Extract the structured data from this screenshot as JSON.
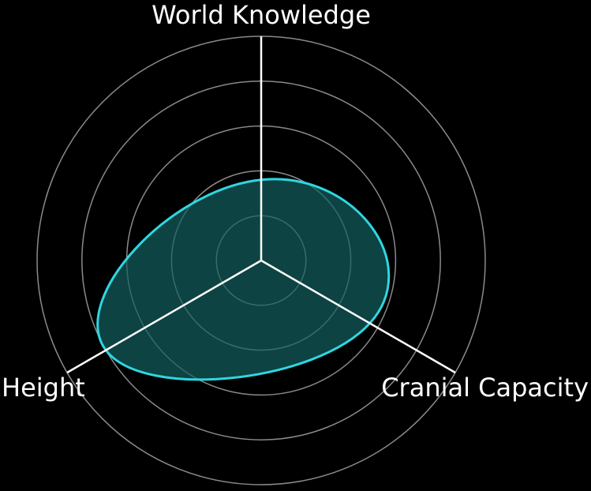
{
  "chart_data": {
    "type": "radar",
    "axes": [
      "World Knowledge",
      "Cranial Capacity",
      "Height"
    ],
    "series": [
      {
        "values": [
          1.8,
          2.8,
          4.0
        ]
      }
    ],
    "rlim": [
      0,
      5
    ],
    "ring_count": 5,
    "grid": true,
    "colors": {
      "background": "#000000",
      "line": "#2fd6e0",
      "fill": "#125f60",
      "grid": "#8a8a8a",
      "spoke": "#ffffff"
    }
  }
}
